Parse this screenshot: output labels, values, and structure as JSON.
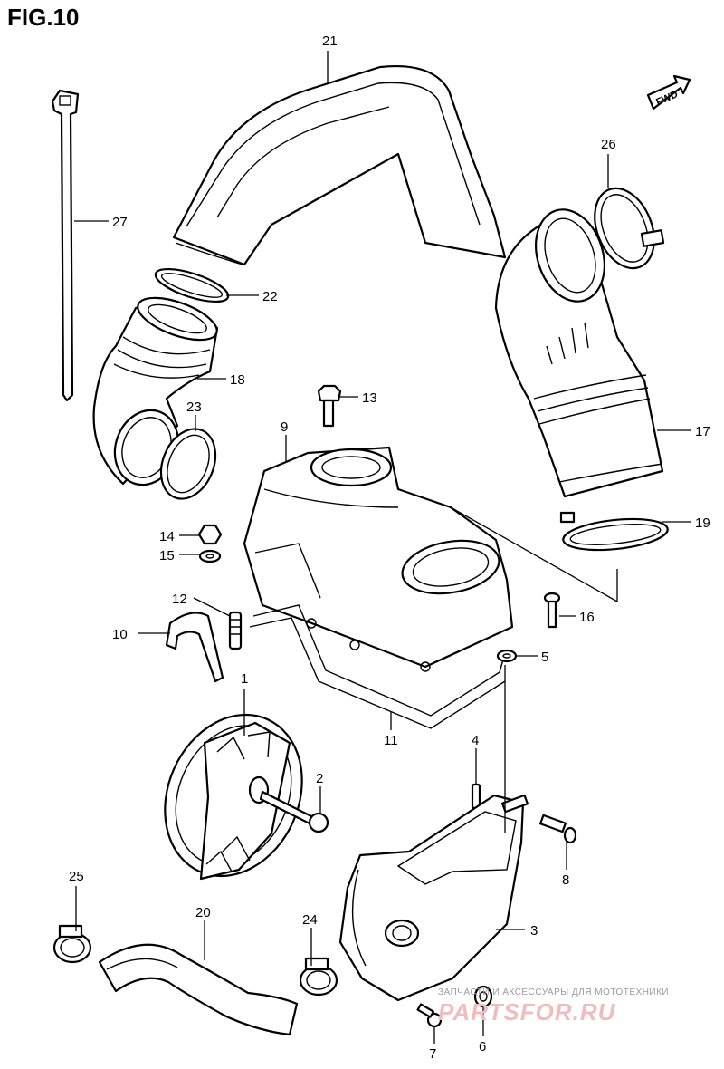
{
  "figure": {
    "title": "FIG.10"
  },
  "fwd_label": "FWD",
  "callouts": [
    {
      "id": "p21",
      "label": "21"
    },
    {
      "id": "p27",
      "label": "27"
    },
    {
      "id": "p26",
      "label": "26"
    },
    {
      "id": "p22",
      "label": "22"
    },
    {
      "id": "p18",
      "label": "18"
    },
    {
      "id": "p23",
      "label": "23"
    },
    {
      "id": "p13",
      "label": "13"
    },
    {
      "id": "p9",
      "label": "9"
    },
    {
      "id": "p17",
      "label": "17"
    },
    {
      "id": "p19",
      "label": "19"
    },
    {
      "id": "p14",
      "label": "14"
    },
    {
      "id": "p15",
      "label": "15"
    },
    {
      "id": "p12",
      "label": "12"
    },
    {
      "id": "p16",
      "label": "16"
    },
    {
      "id": "p10",
      "label": "10"
    },
    {
      "id": "p5",
      "label": "5"
    },
    {
      "id": "p1",
      "label": "1"
    },
    {
      "id": "p11",
      "label": "11"
    },
    {
      "id": "p4",
      "label": "4"
    },
    {
      "id": "p2",
      "label": "2"
    },
    {
      "id": "p8",
      "label": "8"
    },
    {
      "id": "p25",
      "label": "25"
    },
    {
      "id": "p20",
      "label": "20"
    },
    {
      "id": "p24",
      "label": "24"
    },
    {
      "id": "p3",
      "label": "3"
    },
    {
      "id": "p7",
      "label": "7"
    },
    {
      "id": "p6",
      "label": "6"
    }
  ],
  "watermark": {
    "caption": "ЗАПЧАСТИ И АКСЕССУАРЫ ДЛЯ МОТОТЕХНИКИ",
    "logo": "PARTSFOR.RU"
  }
}
